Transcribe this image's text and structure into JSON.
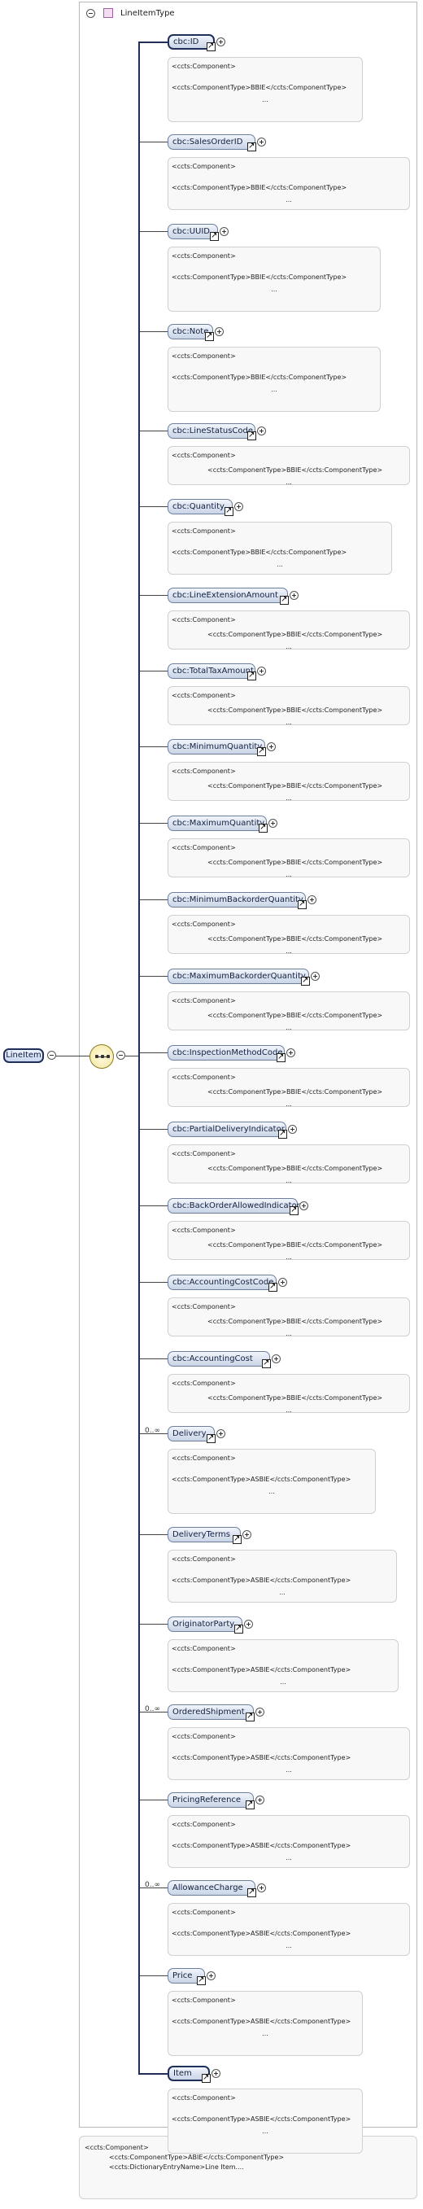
{
  "type_name": "LineItemType",
  "root_element": "LineItem",
  "occurrence_label": "0..∞",
  "annotation_header": "<ccts:Component>",
  "annotation_dots": "...",
  "elements": [
    {
      "name": "cbc:ID",
      "required": true,
      "occurs": "",
      "annotation": "<ccts:ComponentType>BBIE</ccts:ComponentType>"
    },
    {
      "name": "cbc:SalesOrderID",
      "required": false,
      "occurs": "",
      "annotation": "<ccts:ComponentType>BBIE</ccts:ComponentType>"
    },
    {
      "name": "cbc:UUID",
      "required": false,
      "occurs": "",
      "annotation": "<ccts:ComponentType>BBIE</ccts:ComponentType>"
    },
    {
      "name": "cbc:Note",
      "required": false,
      "occurs": "",
      "annotation": "<ccts:ComponentType>BBIE</ccts:ComponentType>"
    },
    {
      "name": "cbc:LineStatusCode",
      "required": false,
      "occurs": "",
      "annotation": "<ccts:ComponentType>BBIE</ccts:ComponentType>"
    },
    {
      "name": "cbc:Quantity",
      "required": false,
      "occurs": "",
      "annotation": "<ccts:ComponentType>BBIE</ccts:ComponentType>"
    },
    {
      "name": "cbc:LineExtensionAmount",
      "required": false,
      "occurs": "",
      "annotation": "<ccts:ComponentType>BBIE</ccts:ComponentType>"
    },
    {
      "name": "cbc:TotalTaxAmount",
      "required": false,
      "occurs": "",
      "annotation": "<ccts:ComponentType>BBIE</ccts:ComponentType>"
    },
    {
      "name": "cbc:MinimumQuantity",
      "required": false,
      "occurs": "",
      "annotation": "<ccts:ComponentType>BBIE</ccts:ComponentType>"
    },
    {
      "name": "cbc:MaximumQuantity",
      "required": false,
      "occurs": "",
      "annotation": "<ccts:ComponentType>BBIE</ccts:ComponentType>"
    },
    {
      "name": "cbc:MinimumBackorderQuantity",
      "required": false,
      "occurs": "",
      "annotation": "<ccts:ComponentType>BBIE</ccts:ComponentType>"
    },
    {
      "name": "cbc:MaximumBackorderQuantity",
      "required": false,
      "occurs": "",
      "annotation": "<ccts:ComponentType>BBIE</ccts:ComponentType>"
    },
    {
      "name": "cbc:InspectionMethodCode",
      "required": false,
      "occurs": "",
      "annotation": "<ccts:ComponentType>BBIE</ccts:ComponentType>"
    },
    {
      "name": "cbc:PartialDeliveryIndicator",
      "required": false,
      "occurs": "",
      "annotation": "<ccts:ComponentType>BBIE</ccts:ComponentType>"
    },
    {
      "name": "cbc:BackOrderAllowedIndicator",
      "required": false,
      "occurs": "",
      "annotation": "<ccts:ComponentType>BBIE</ccts:ComponentType>"
    },
    {
      "name": "cbc:AccountingCostCode",
      "required": false,
      "occurs": "",
      "annotation": "<ccts:ComponentType>BBIE</ccts:ComponentType>"
    },
    {
      "name": "cbc:AccountingCost",
      "required": false,
      "occurs": "",
      "annotation": "<ccts:ComponentType>BBIE</ccts:ComponentType>"
    },
    {
      "name": "Delivery",
      "required": false,
      "occurs": "0..∞",
      "annotation": "<ccts:ComponentType>ASBIE</ccts:ComponentType>"
    },
    {
      "name": "DeliveryTerms",
      "required": false,
      "occurs": "",
      "annotation": "<ccts:ComponentType>ASBIE</ccts:ComponentType>"
    },
    {
      "name": "OriginatorParty",
      "required": false,
      "occurs": "",
      "annotation": "<ccts:ComponentType>ASBIE</ccts:ComponentType>"
    },
    {
      "name": "OrderedShipment",
      "required": false,
      "occurs": "0..∞",
      "annotation": "<ccts:ComponentType>ASBIE</ccts:ComponentType>"
    },
    {
      "name": "PricingReference",
      "required": false,
      "occurs": "",
      "annotation": "<ccts:ComponentType>ASBIE</ccts:ComponentType>"
    },
    {
      "name": "AllowanceCharge",
      "required": false,
      "occurs": "0..∞",
      "annotation": "<ccts:ComponentType>ASBIE</ccts:ComponentType>"
    },
    {
      "name": "Price",
      "required": false,
      "occurs": "",
      "annotation": "<ccts:ComponentType>ASBIE</ccts:ComponentType>"
    },
    {
      "name": "Item",
      "required": true,
      "occurs": "",
      "annotation": "<ccts:ComponentType>ASBIE</ccts:ComponentType>"
    }
  ],
  "bottom_annotation": {
    "line1": "<ccts:Component>",
    "line2": "<ccts:ComponentType>ABIE</ccts:ComponentType>",
    "line3": "<ccts:DictionaryEntryName>Line Item...."
  }
}
